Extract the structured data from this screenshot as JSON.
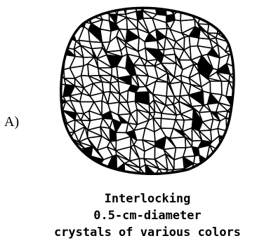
{
  "option_label": "A)",
  "caption_lines": [
    "Interlocking",
    "0.5-cm-diameter",
    "crystals of various colors"
  ],
  "figure": {
    "rock": {
      "outline_color": "#000000",
      "fill_color": "#ffffff",
      "crystal_edge_color": "#000000",
      "dark_crystal_color": "#000000"
    }
  }
}
